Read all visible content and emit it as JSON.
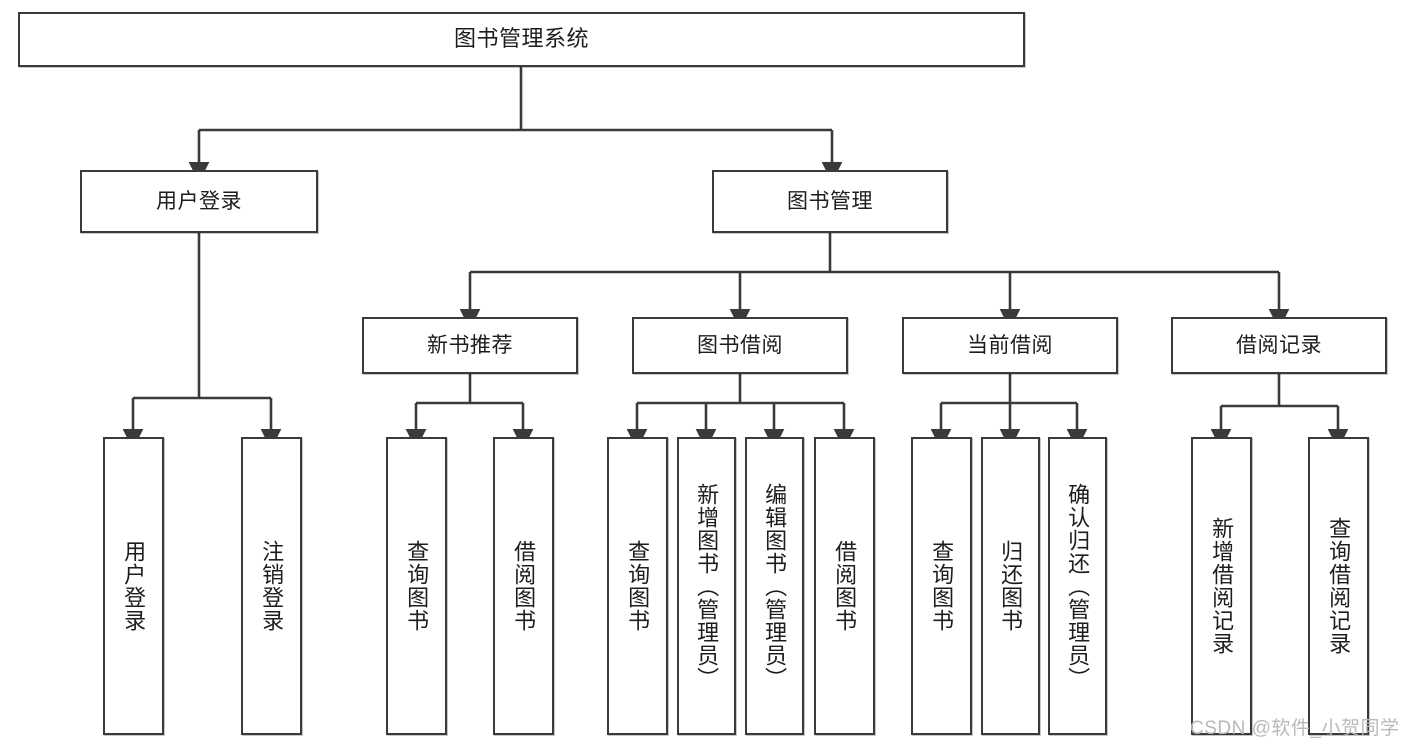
{
  "diagram": {
    "type": "tree-hierarchy-chart",
    "title": "图书管理系统",
    "colors": {
      "box_border": "#3a3a3a",
      "box_fill": "#ffffff",
      "connector": "#3a3a3a",
      "text": "#1d1d1d",
      "watermark": "#b9b9b9",
      "background": "#ffffff"
    },
    "levels": [
      {
        "level": 1,
        "nodes": [
          {
            "id": "root",
            "label": "图书管理系统",
            "orientation": "horizontal"
          }
        ]
      },
      {
        "level": 2,
        "nodes": [
          {
            "id": "l2-0",
            "label": "用户登录",
            "orientation": "horizontal"
          },
          {
            "id": "l2-1",
            "label": "图书管理",
            "orientation": "horizontal"
          }
        ]
      },
      {
        "level": 3,
        "nodes": [
          {
            "id": "l3-0",
            "label": "新书推荐",
            "orientation": "horizontal"
          },
          {
            "id": "l3-1",
            "label": "图书借阅",
            "orientation": "horizontal"
          },
          {
            "id": "l3-2",
            "label": "当前借阅",
            "orientation": "horizontal"
          },
          {
            "id": "l3-3",
            "label": "借阅记录",
            "orientation": "horizontal"
          }
        ]
      },
      {
        "level": 4,
        "nodes": [
          {
            "id": "leaf-0",
            "parent": "l2-0",
            "label": "用户登录",
            "orientation": "vertical"
          },
          {
            "id": "leaf-1",
            "parent": "l2-0",
            "label": "注销登录",
            "orientation": "vertical"
          },
          {
            "id": "leaf-2",
            "parent": "l3-0",
            "label": "查询图书",
            "orientation": "vertical"
          },
          {
            "id": "leaf-3",
            "parent": "l3-0",
            "label": "借阅图书",
            "orientation": "vertical"
          },
          {
            "id": "leaf-4",
            "parent": "l3-1",
            "label": "查询图书",
            "orientation": "vertical"
          },
          {
            "id": "leaf-5",
            "parent": "l3-1",
            "label": "新增图书（管理员）",
            "orientation": "vertical"
          },
          {
            "id": "leaf-6",
            "parent": "l3-1",
            "label": "编辑图书（管理员）",
            "orientation": "vertical"
          },
          {
            "id": "leaf-7",
            "parent": "l3-1",
            "label": "借阅图书",
            "orientation": "vertical"
          },
          {
            "id": "leaf-8",
            "parent": "l3-2",
            "label": "查询图书",
            "orientation": "vertical"
          },
          {
            "id": "leaf-9",
            "parent": "l3-2",
            "label": "归还图书",
            "orientation": "vertical"
          },
          {
            "id": "leaf-10",
            "parent": "l3-2",
            "label": "确认归还（管理员）",
            "orientation": "vertical"
          },
          {
            "id": "leaf-11",
            "parent": "l3-3",
            "label": "新增借阅记录",
            "orientation": "vertical"
          },
          {
            "id": "leaf-12",
            "parent": "l3-3",
            "label": "查询借阅记录",
            "orientation": "vertical"
          }
        ]
      }
    ],
    "edges": [
      {
        "from": "root",
        "to": "l2-0"
      },
      {
        "from": "root",
        "to": "l2-1"
      },
      {
        "from": "l2-1",
        "to": "l3-0"
      },
      {
        "from": "l2-1",
        "to": "l3-1"
      },
      {
        "from": "l2-1",
        "to": "l3-2"
      },
      {
        "from": "l2-1",
        "to": "l3-3"
      },
      {
        "from": "l2-0",
        "to": "leaf-0"
      },
      {
        "from": "l2-0",
        "to": "leaf-1"
      },
      {
        "from": "l3-0",
        "to": "leaf-2"
      },
      {
        "from": "l3-0",
        "to": "leaf-3"
      },
      {
        "from": "l3-1",
        "to": "leaf-4"
      },
      {
        "from": "l3-1",
        "to": "leaf-5"
      },
      {
        "from": "l3-1",
        "to": "leaf-6"
      },
      {
        "from": "l3-1",
        "to": "leaf-7"
      },
      {
        "from": "l3-2",
        "to": "leaf-8"
      },
      {
        "from": "l3-2",
        "to": "leaf-9"
      },
      {
        "from": "l3-2",
        "to": "leaf-10"
      },
      {
        "from": "l3-3",
        "to": "leaf-11"
      },
      {
        "from": "l3-3",
        "to": "leaf-12"
      }
    ]
  },
  "watermark": {
    "text": "CSDN @软件_小贺同学"
  }
}
